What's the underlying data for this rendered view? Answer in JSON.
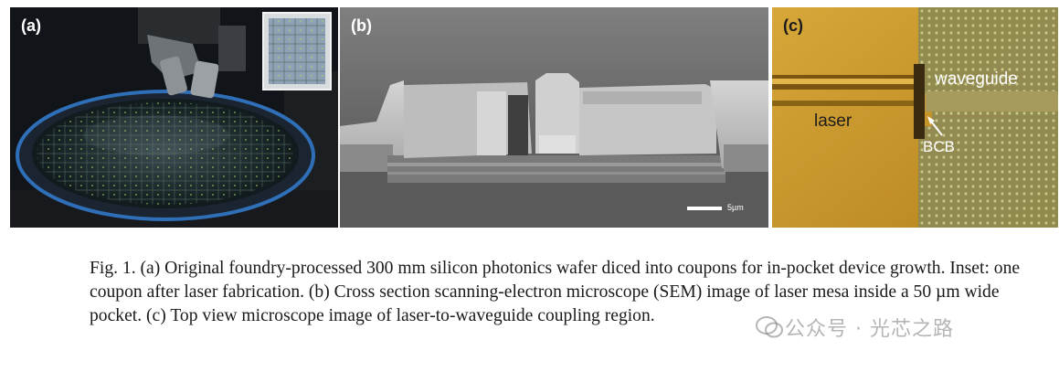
{
  "figure": {
    "panels": [
      {
        "label": "(a)"
      },
      {
        "label": "(b)",
        "scale_bar": "5µm"
      },
      {
        "label": "(c)",
        "annotations": {
          "waveguide": "waveguide",
          "laser": "laser",
          "bcb": "BCB"
        }
      }
    ],
    "caption": "Fig. 1. (a) Original foundry-processed 300 mm silicon photonics wafer diced into coupons for in-pocket device growth. Inset: one coupon after laser fabrication. (b) Cross section scanning-electron microscope (SEM) image of laser mesa inside a 50 µm wide pocket. (c) Top view microscope image of laser-to-waveguide coupling region."
  },
  "watermark": {
    "text": "公众号 · 光芯之路",
    "icon": "wechat-icon"
  }
}
